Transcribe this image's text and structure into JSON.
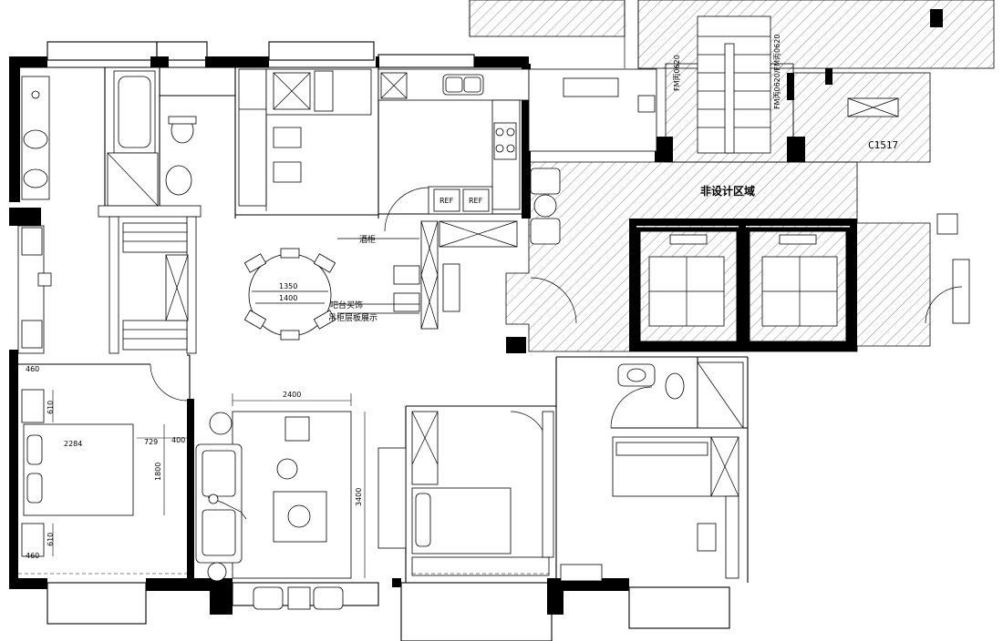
{
  "labels": {
    "non_design_area": "非设计区域",
    "wine_cabinet": "酒柜",
    "bar_counter": "吧台买饰",
    "shelf_display": "吊柜层板展示",
    "window_code": "C1517",
    "door_code_1": "FM丙0620",
    "door_code_2": "FM丙0620/FM丙0620"
  },
  "dimensions": {
    "table_1350": "1350",
    "table_1400": "1400",
    "living_2400": "2400",
    "living_3400": "3400",
    "bed_2284": "2284",
    "bed_729": "729",
    "bed_400": "400",
    "bed_1800": "1800",
    "night_610_top": "610",
    "night_610_bot": "610",
    "wall_460_top": "460",
    "wall_460_bot": "460"
  },
  "appliances": {
    "fridge_1": "REF",
    "fridge_2": "REF"
  }
}
